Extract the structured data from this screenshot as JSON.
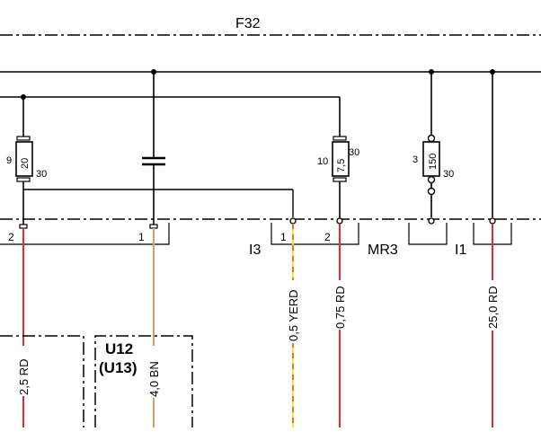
{
  "title": "F32",
  "fuses": [
    {
      "number": "9",
      "rating": "20",
      "out_pin": "30"
    },
    {
      "number": "10",
      "rating": "7,5",
      "out_pin": "30"
    },
    {
      "number": "3",
      "rating": "150",
      "out_pin": "30"
    }
  ],
  "connectors": {
    "left_pin_a": "2",
    "left_pin_b": "1",
    "i3_name": "I3",
    "i3_pin_1": "1",
    "i3_pin_2": "2",
    "mr3_name": "MR3",
    "i1_name": "I1"
  },
  "wires": [
    {
      "label": "2,5 RD",
      "color": "#e8282a"
    },
    {
      "label": "4,0 BN",
      "color": "#c9a36a"
    },
    {
      "label": "0,5 YERD",
      "color": "#ffe01a"
    },
    {
      "label": "0,75 RD",
      "color": "#e8282a"
    },
    {
      "label": "25,0 RD",
      "color": "#e8282a"
    }
  ],
  "module": {
    "name": "U12",
    "alt_name": "(U13)"
  }
}
